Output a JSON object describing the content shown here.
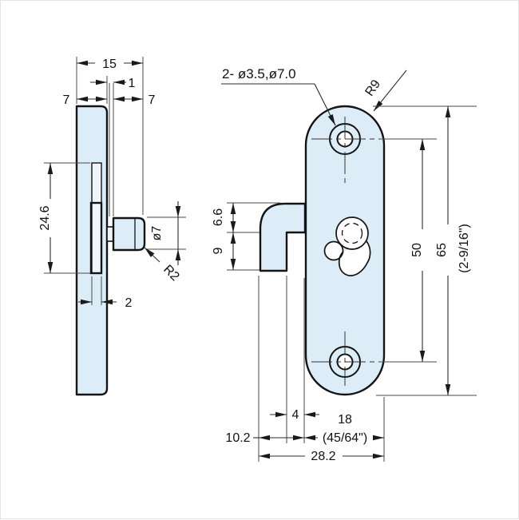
{
  "left_view": {
    "dim_total_depth": "15",
    "dim_gap": "1",
    "dim_plate_thickness": "7",
    "dim_knob_depth": "7",
    "dim_slot_length": "24.6",
    "dim_slot_width": "2",
    "dim_knob_diameter": "ø7",
    "dim_knob_corner_radius": "R2"
  },
  "right_view": {
    "label_holes": "2- ø3.5,ø7.0",
    "label_corner_radius": "R9",
    "dim_hook_top": "6.6",
    "dim_hook_lip": "9",
    "dim_hole_spacing": "50",
    "dim_height_mm": "65",
    "dim_height_inch": "(2-9/16\")",
    "dim_hook_inner_offset": "4",
    "dim_width_mm": "18",
    "dim_width_inch": "(45/64\")",
    "dim_hook_depth": "10.2",
    "dim_total_width": "28.2"
  },
  "colors": {
    "part_fill": "#dcedf8",
    "outline": "#141414",
    "dim_line": "#2b2b2b"
  }
}
